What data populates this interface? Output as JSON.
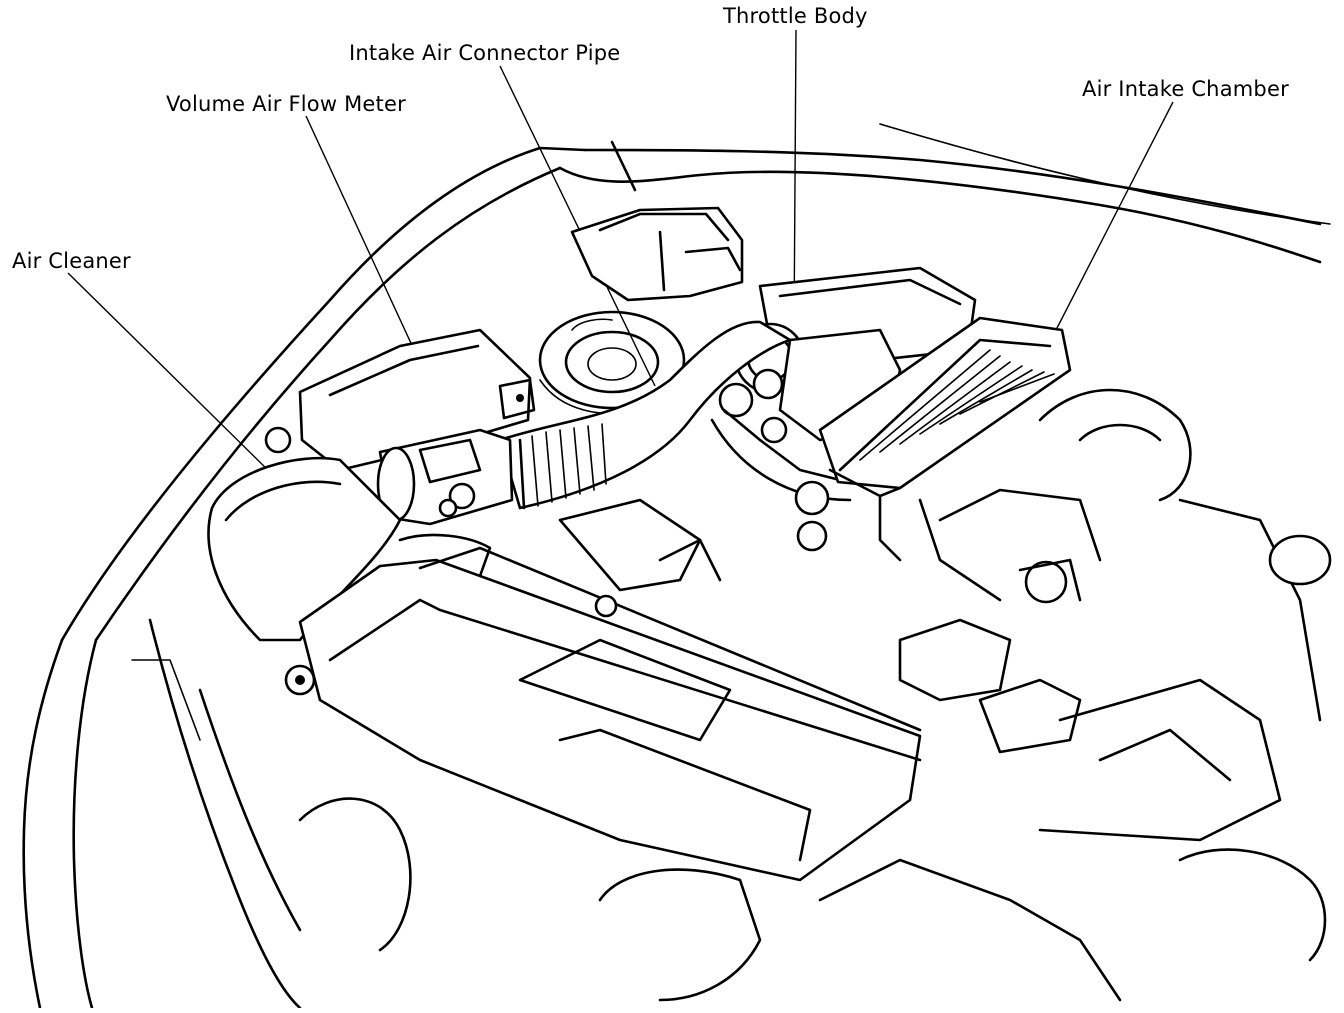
{
  "callouts": {
    "throttle_body": "Throttle Body",
    "intake_air_connector_pipe": "Intake Air Connector Pipe",
    "air_intake_chamber": "Air Intake Chamber",
    "volume_air_flow_meter": "Volume Air Flow Meter",
    "air_cleaner": "Air Cleaner"
  },
  "colors": {
    "line": "#000000",
    "background": "#ffffff"
  }
}
